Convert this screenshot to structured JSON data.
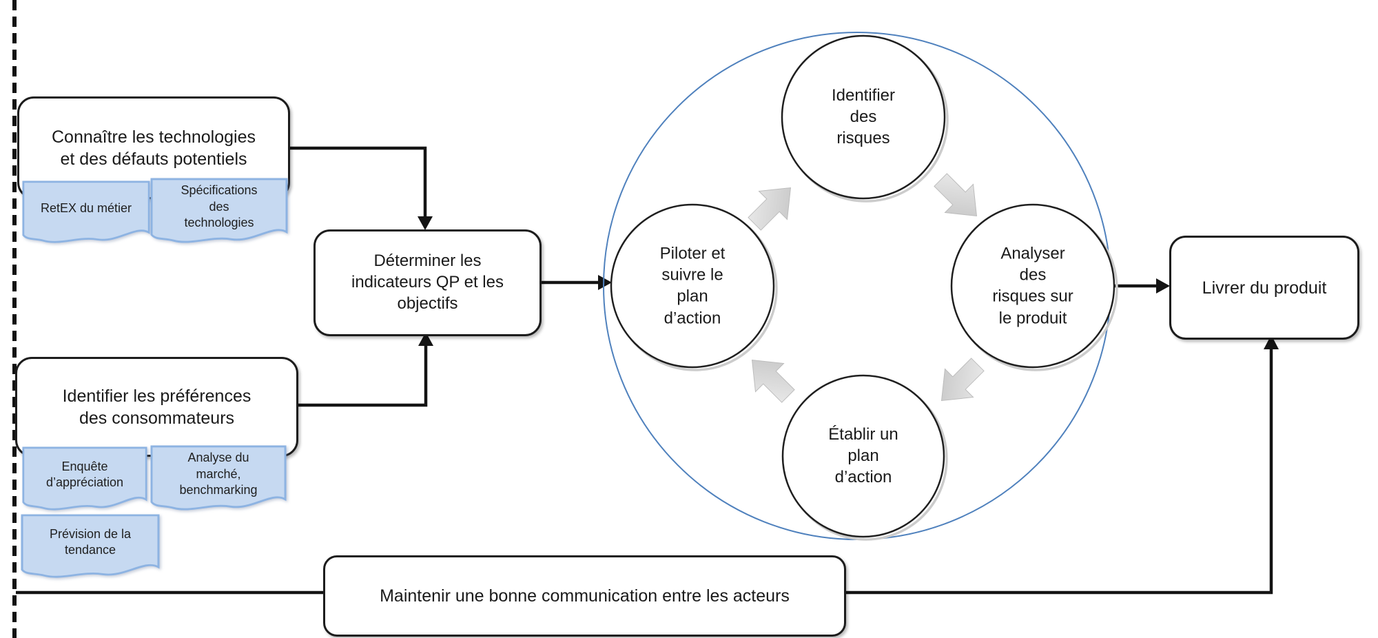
{
  "colors": {
    "accent_blue": "#4f81bd",
    "tag_fill": "#c6d9f1",
    "tag_border": "#8db3e2",
    "cycle_arrow_gray": "#d2d2d2",
    "line_black": "#141414"
  },
  "boxes": {
    "connaitre_technologies": {
      "label": "Connaître les technologies\net des défauts potentiels"
    },
    "identifier_preferences": {
      "label": "Identifier les préférences\ndes consommateurs"
    },
    "determiner_indicateurs": {
      "label": "Déterminer les\nindicateurs QP et les\nobjectifs"
    },
    "livrer_produit": {
      "label": "Livrer du produit"
    },
    "maintenir_communication": {
      "label": "Maintenir une bonne communication entre les acteurs"
    }
  },
  "tags": {
    "retex_metier": {
      "label": "RetEX du métier"
    },
    "specifications_technologies": {
      "label": "Spécifications\ndes\ntechnologies"
    },
    "enquete_appreciation": {
      "label": "Enquête\nd’appréciation"
    },
    "analyse_marche": {
      "label": "Analyse du\nmarché,\nbenchmarking"
    },
    "prevision_tendance": {
      "label": "Prévision de la\ntendance"
    }
  },
  "cycle": {
    "identifier_risques": {
      "label": "Identifier\ndes\nrisques"
    },
    "analyser_risques": {
      "label": "Analyser\ndes\nrisques sur\nle produit"
    },
    "etablir_plan": {
      "label": "Établir un\nplan\nd’action"
    },
    "piloter_plan": {
      "label": "Piloter et\nsuivre le\nplan\nd’action"
    }
  }
}
